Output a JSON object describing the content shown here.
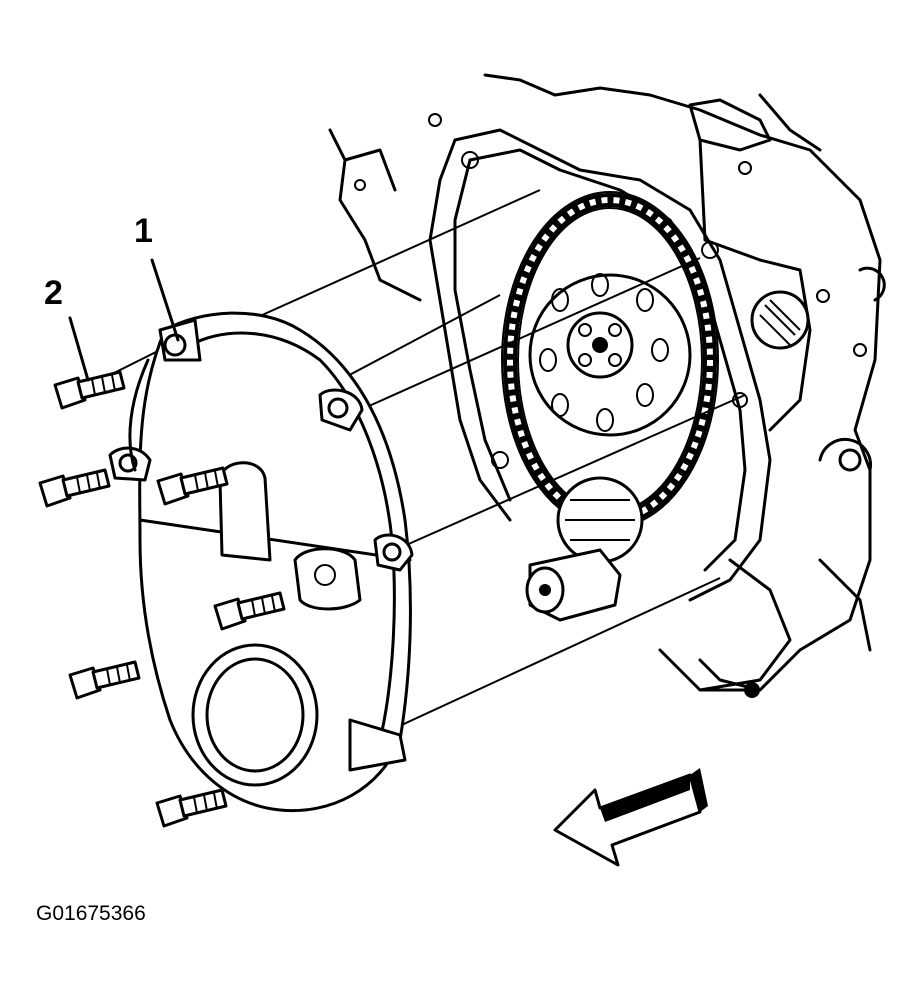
{
  "callouts": {
    "c1": "1",
    "c2": "2"
  },
  "figure_id": "G01675366",
  "icons": [
    "timing-cover",
    "bolt",
    "timing-chain",
    "cam-sprocket",
    "crank-sprocket",
    "direction-arrow"
  ]
}
